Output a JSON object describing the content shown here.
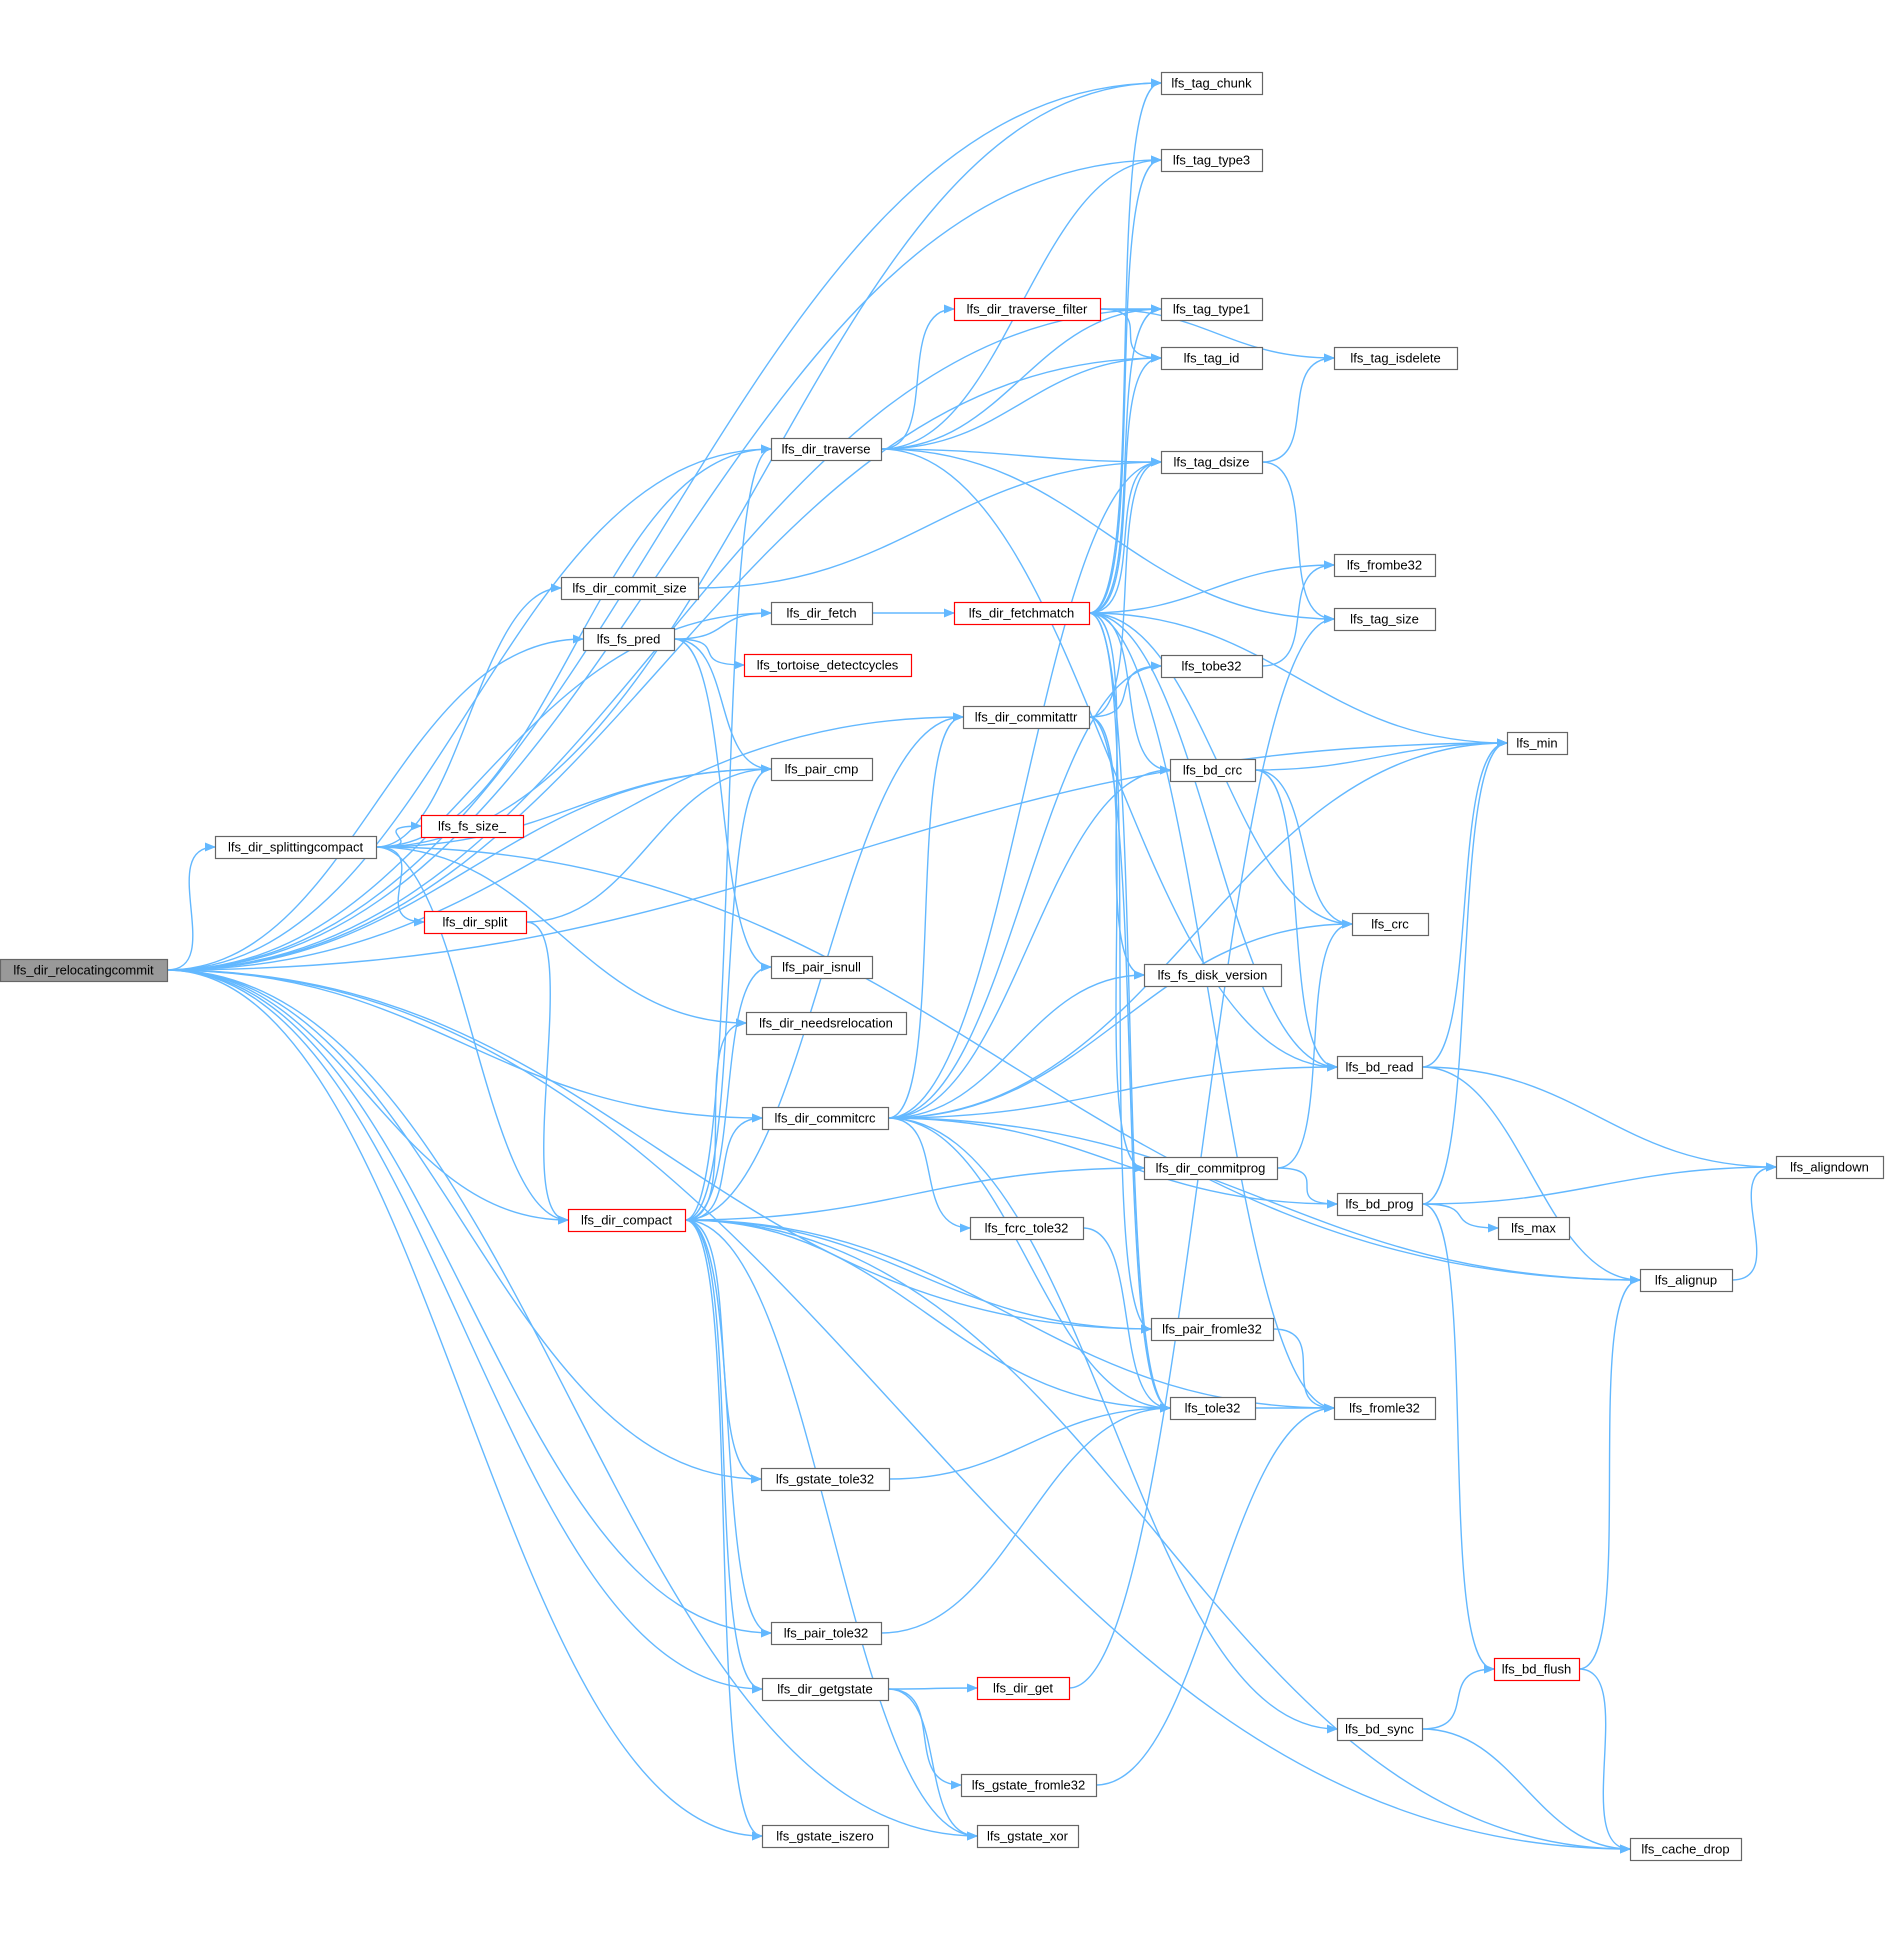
{
  "colors": {
    "edge": "#63b8ff",
    "node_border": "#666666",
    "truncated_border": "#ff0000",
    "focus_fill": "#999999"
  },
  "nodes": [
    {
      "id": "relocatingcommit",
      "label": "lfs_dir_relocatingcommit",
      "style": "focus"
    },
    {
      "id": "tag_chunk",
      "label": "lfs_tag_chunk",
      "style": "normal"
    },
    {
      "id": "tag_type3",
      "label": "lfs_tag_type3",
      "style": "normal"
    },
    {
      "id": "traverse_filter",
      "label": "lfs_dir_traverse_filter",
      "style": "truncated"
    },
    {
      "id": "tag_type1",
      "label": "lfs_tag_type1",
      "style": "normal"
    },
    {
      "id": "tag_isdelete",
      "label": "lfs_tag_isdelete",
      "style": "normal"
    },
    {
      "id": "tag_id",
      "label": "lfs_tag_id",
      "style": "normal"
    },
    {
      "id": "dir_traverse",
      "label": "lfs_dir_traverse",
      "style": "normal"
    },
    {
      "id": "tag_dsize",
      "label": "lfs_tag_dsize",
      "style": "normal"
    },
    {
      "id": "commit_size",
      "label": "lfs_dir_commit_size",
      "style": "normal"
    },
    {
      "id": "frombe32",
      "label": "lfs_frombe32",
      "style": "normal"
    },
    {
      "id": "dir_fetch",
      "label": "lfs_dir_fetch",
      "style": "normal"
    },
    {
      "id": "fetchmatch",
      "label": "lfs_dir_fetchmatch",
      "style": "truncated"
    },
    {
      "id": "tag_size",
      "label": "lfs_tag_size",
      "style": "normal"
    },
    {
      "id": "fs_pred",
      "label": "lfs_fs_pred",
      "style": "normal"
    },
    {
      "id": "tortoise",
      "label": "lfs_tortoise_detectcycles",
      "style": "truncated"
    },
    {
      "id": "tobe32",
      "label": "lfs_tobe32",
      "style": "normal"
    },
    {
      "id": "commitattr",
      "label": "lfs_dir_commitattr",
      "style": "normal"
    },
    {
      "id": "lfs_min",
      "label": "lfs_min",
      "style": "normal"
    },
    {
      "id": "bd_crc",
      "label": "lfs_bd_crc",
      "style": "normal"
    },
    {
      "id": "pair_cmp",
      "label": "lfs_pair_cmp",
      "style": "normal"
    },
    {
      "id": "splittingcompact",
      "label": "lfs_dir_splittingcompact",
      "style": "normal"
    },
    {
      "id": "fs_size",
      "label": "lfs_fs_size_",
      "style": "truncated"
    },
    {
      "id": "dir_split",
      "label": "lfs_dir_split",
      "style": "truncated"
    },
    {
      "id": "lfs_crc",
      "label": "lfs_crc",
      "style": "normal"
    },
    {
      "id": "pair_isnull",
      "label": "lfs_pair_isnull",
      "style": "normal"
    },
    {
      "id": "disk_version",
      "label": "lfs_fs_disk_version",
      "style": "normal"
    },
    {
      "id": "needsrelocation",
      "label": "lfs_dir_needsrelocation",
      "style": "normal"
    },
    {
      "id": "bd_read",
      "label": "lfs_bd_read",
      "style": "normal"
    },
    {
      "id": "commitcrc",
      "label": "lfs_dir_commitcrc",
      "style": "normal"
    },
    {
      "id": "commitprog",
      "label": "lfs_dir_commitprog",
      "style": "normal"
    },
    {
      "id": "aligndown",
      "label": "lfs_aligndown",
      "style": "normal"
    },
    {
      "id": "dir_compact",
      "label": "lfs_dir_compact",
      "style": "truncated"
    },
    {
      "id": "bd_prog",
      "label": "lfs_bd_prog",
      "style": "normal"
    },
    {
      "id": "fcrc_tole32",
      "label": "lfs_fcrc_tole32",
      "style": "normal"
    },
    {
      "id": "lfs_max",
      "label": "lfs_max",
      "style": "normal"
    },
    {
      "id": "alignup",
      "label": "lfs_alignup",
      "style": "normal"
    },
    {
      "id": "pair_fromle32",
      "label": "lfs_pair_fromle32",
      "style": "normal"
    },
    {
      "id": "lfs_tole32",
      "label": "lfs_tole32",
      "style": "normal"
    },
    {
      "id": "fromle32",
      "label": "lfs_fromle32",
      "style": "normal"
    },
    {
      "id": "gstate_tole32",
      "label": "lfs_gstate_tole32",
      "style": "normal"
    },
    {
      "id": "pair_tole32",
      "label": "lfs_pair_tole32",
      "style": "normal"
    },
    {
      "id": "bd_flush",
      "label": "lfs_bd_flush",
      "style": "truncated"
    },
    {
      "id": "getgstate",
      "label": "lfs_dir_getgstate",
      "style": "normal"
    },
    {
      "id": "dir_get",
      "label": "lfs_dir_get",
      "style": "truncated"
    },
    {
      "id": "bd_sync",
      "label": "lfs_bd_sync",
      "style": "normal"
    },
    {
      "id": "gstate_fromle32",
      "label": "lfs_gstate_fromle32",
      "style": "normal"
    },
    {
      "id": "gstate_iszero",
      "label": "lfs_gstate_iszero",
      "style": "normal"
    },
    {
      "id": "gstate_xor",
      "label": "lfs_gstate_xor",
      "style": "normal"
    },
    {
      "id": "cache_drop",
      "label": "lfs_cache_drop",
      "style": "normal"
    }
  ],
  "edges": [
    [
      "relocatingcommit",
      "tag_chunk"
    ],
    [
      "relocatingcommit",
      "tag_type3"
    ],
    [
      "relocatingcommit",
      "tag_type1"
    ],
    [
      "relocatingcommit",
      "tag_id"
    ],
    [
      "relocatingcommit",
      "dir_traverse"
    ],
    [
      "relocatingcommit",
      "dir_fetch"
    ],
    [
      "relocatingcommit",
      "fs_pred"
    ],
    [
      "relocatingcommit",
      "pair_cmp"
    ],
    [
      "relocatingcommit",
      "splittingcompact"
    ],
    [
      "relocatingcommit",
      "commitattr"
    ],
    [
      "relocatingcommit",
      "lfs_min"
    ],
    [
      "relocatingcommit",
      "commitcrc"
    ],
    [
      "relocatingcommit",
      "dir_compact"
    ],
    [
      "relocatingcommit",
      "pair_fromle32"
    ],
    [
      "relocatingcommit",
      "gstate_tole32"
    ],
    [
      "relocatingcommit",
      "pair_tole32"
    ],
    [
      "relocatingcommit",
      "getgstate"
    ],
    [
      "relocatingcommit",
      "gstate_iszero"
    ],
    [
      "relocatingcommit",
      "gstate_xor"
    ],
    [
      "relocatingcommit",
      "cache_drop"
    ],
    [
      "splittingcompact",
      "tag_chunk"
    ],
    [
      "splittingcompact",
      "dir_traverse"
    ],
    [
      "splittingcompact",
      "commit_size"
    ],
    [
      "splittingcompact",
      "pair_cmp"
    ],
    [
      "splittingcompact",
      "fs_size"
    ],
    [
      "splittingcompact",
      "dir_split"
    ],
    [
      "splittingcompact",
      "needsrelocation"
    ],
    [
      "splittingcompact",
      "dir_compact"
    ],
    [
      "splittingcompact",
      "alignup"
    ],
    [
      "dir_split",
      "pair_cmp"
    ],
    [
      "dir_split",
      "dir_compact"
    ],
    [
      "fs_pred",
      "dir_fetch"
    ],
    [
      "fs_pred",
      "tortoise"
    ],
    [
      "fs_pred",
      "pair_cmp"
    ],
    [
      "fs_pred",
      "pair_isnull"
    ],
    [
      "dir_fetch",
      "fetchmatch"
    ],
    [
      "commit_size",
      "tag_dsize"
    ],
    [
      "dir_traverse",
      "tag_type3"
    ],
    [
      "dir_traverse",
      "traverse_filter"
    ],
    [
      "dir_traverse",
      "tag_type1"
    ],
    [
      "dir_traverse",
      "tag_id"
    ],
    [
      "dir_traverse",
      "tag_dsize"
    ],
    [
      "dir_traverse",
      "tag_size"
    ],
    [
      "dir_traverse",
      "bd_read"
    ],
    [
      "traverse_filter",
      "tag_type1"
    ],
    [
      "traverse_filter",
      "tag_id"
    ],
    [
      "traverse_filter",
      "tag_isdelete"
    ],
    [
      "fetchmatch",
      "tag_chunk"
    ],
    [
      "fetchmatch",
      "tag_type3"
    ],
    [
      "fetchmatch",
      "tag_type1"
    ],
    [
      "fetchmatch",
      "tag_id"
    ],
    [
      "fetchmatch",
      "tag_dsize"
    ],
    [
      "fetchmatch",
      "frombe32"
    ],
    [
      "fetchmatch",
      "lfs_min"
    ],
    [
      "fetchmatch",
      "bd_crc"
    ],
    [
      "fetchmatch",
      "lfs_crc"
    ],
    [
      "fetchmatch",
      "disk_version"
    ],
    [
      "fetchmatch",
      "bd_read"
    ],
    [
      "fetchmatch",
      "pair_fromle32"
    ],
    [
      "fetchmatch",
      "lfs_tole32"
    ],
    [
      "fetchmatch",
      "fromle32"
    ],
    [
      "tag_dsize",
      "tag_isdelete"
    ],
    [
      "tag_dsize",
      "tag_size"
    ],
    [
      "tobe32",
      "frombe32"
    ],
    [
      "commitattr",
      "tag_dsize"
    ],
    [
      "commitattr",
      "tobe32"
    ],
    [
      "commitattr",
      "commitprog"
    ],
    [
      "commitattr",
      "lfs_tole32"
    ],
    [
      "bd_crc",
      "lfs_min"
    ],
    [
      "bd_crc",
      "lfs_crc"
    ],
    [
      "bd_crc",
      "bd_read"
    ],
    [
      "commitcrc",
      "tag_dsize"
    ],
    [
      "commitcrc",
      "tobe32"
    ],
    [
      "commitcrc",
      "lfs_min"
    ],
    [
      "commitcrc",
      "bd_crc"
    ],
    [
      "commitcrc",
      "lfs_crc"
    ],
    [
      "commitcrc",
      "commitattr"
    ],
    [
      "commitcrc",
      "disk_version"
    ],
    [
      "commitcrc",
      "bd_read"
    ],
    [
      "commitcrc",
      "bd_prog"
    ],
    [
      "commitcrc",
      "fcrc_tole32"
    ],
    [
      "commitcrc",
      "lfs_tole32"
    ],
    [
      "commitcrc",
      "alignup"
    ],
    [
      "commitcrc",
      "bd_sync"
    ],
    [
      "commitprog",
      "lfs_crc"
    ],
    [
      "commitprog",
      "bd_prog"
    ],
    [
      "bd_read",
      "lfs_min"
    ],
    [
      "bd_read",
      "aligndown"
    ],
    [
      "bd_read",
      "alignup"
    ],
    [
      "bd_prog",
      "lfs_min"
    ],
    [
      "bd_prog",
      "aligndown"
    ],
    [
      "bd_prog",
      "lfs_max"
    ],
    [
      "bd_prog",
      "bd_flush"
    ],
    [
      "alignup",
      "aligndown"
    ],
    [
      "dir_compact",
      "dir_traverse"
    ],
    [
      "dir_compact",
      "pair_cmp"
    ],
    [
      "dir_compact",
      "pair_isnull"
    ],
    [
      "dir_compact",
      "needsrelocation"
    ],
    [
      "dir_compact",
      "commitattr"
    ],
    [
      "dir_compact",
      "commitcrc"
    ],
    [
      "dir_compact",
      "commitprog"
    ],
    [
      "dir_compact",
      "pair_fromle32"
    ],
    [
      "dir_compact",
      "lfs_tole32"
    ],
    [
      "dir_compact",
      "fromle32"
    ],
    [
      "dir_compact",
      "gstate_tole32"
    ],
    [
      "dir_compact",
      "pair_tole32"
    ],
    [
      "dir_compact",
      "getgstate"
    ],
    [
      "dir_compact",
      "gstate_iszero"
    ],
    [
      "dir_compact",
      "gstate_xor"
    ],
    [
      "dir_compact",
      "cache_drop"
    ],
    [
      "fcrc_tole32",
      "lfs_tole32"
    ],
    [
      "pair_fromle32",
      "fromle32"
    ],
    [
      "lfs_tole32",
      "fromle32"
    ],
    [
      "gstate_tole32",
      "lfs_tole32"
    ],
    [
      "pair_tole32",
      "lfs_tole32"
    ],
    [
      "getgstate",
      "dir_get"
    ],
    [
      "getgstate",
      "gstate_fromle32"
    ],
    [
      "getgstate",
      "gstate_xor"
    ],
    [
      "dir_get",
      "tag_size"
    ],
    [
      "gstate_fromle32",
      "fromle32"
    ],
    [
      "bd_flush",
      "alignup"
    ],
    [
      "bd_flush",
      "cache_drop"
    ],
    [
      "bd_sync",
      "bd_flush"
    ],
    [
      "bd_sync",
      "cache_drop"
    ]
  ]
}
